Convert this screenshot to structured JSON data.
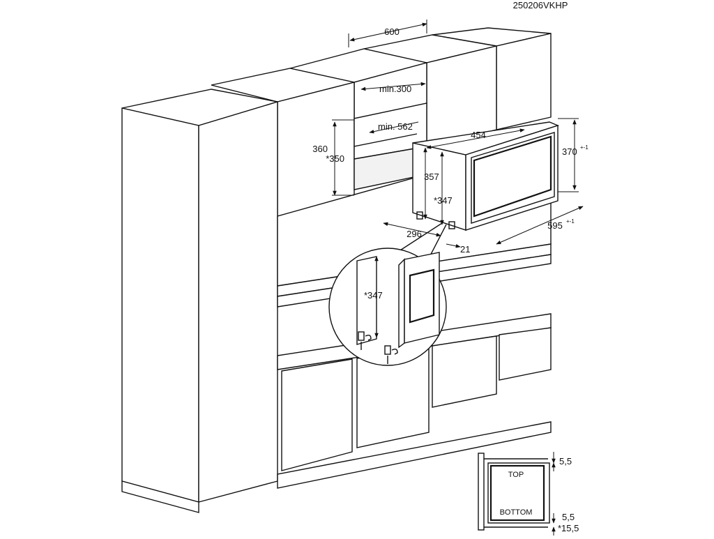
{
  "drawing_code": "250206VKHP",
  "dimensions": {
    "width_600": "600",
    "min_300": "min.300",
    "min_562": "min. 562",
    "h_360": "360",
    "h_350": "*350",
    "w_454": "454",
    "h_357": "357",
    "h_347": "*347",
    "h_370": "370",
    "h_370_tol": "+-1",
    "d_296": "296",
    "d_21": "21",
    "w_595": "595",
    "w_595_tol": "+-1",
    "detail_347": "*347"
  },
  "section_view": {
    "top_label": "TOP",
    "bottom_label": "BOTTOM",
    "gap_top": "5,5",
    "gap_bottom": "5,5",
    "gap_extra": "*15,5"
  }
}
